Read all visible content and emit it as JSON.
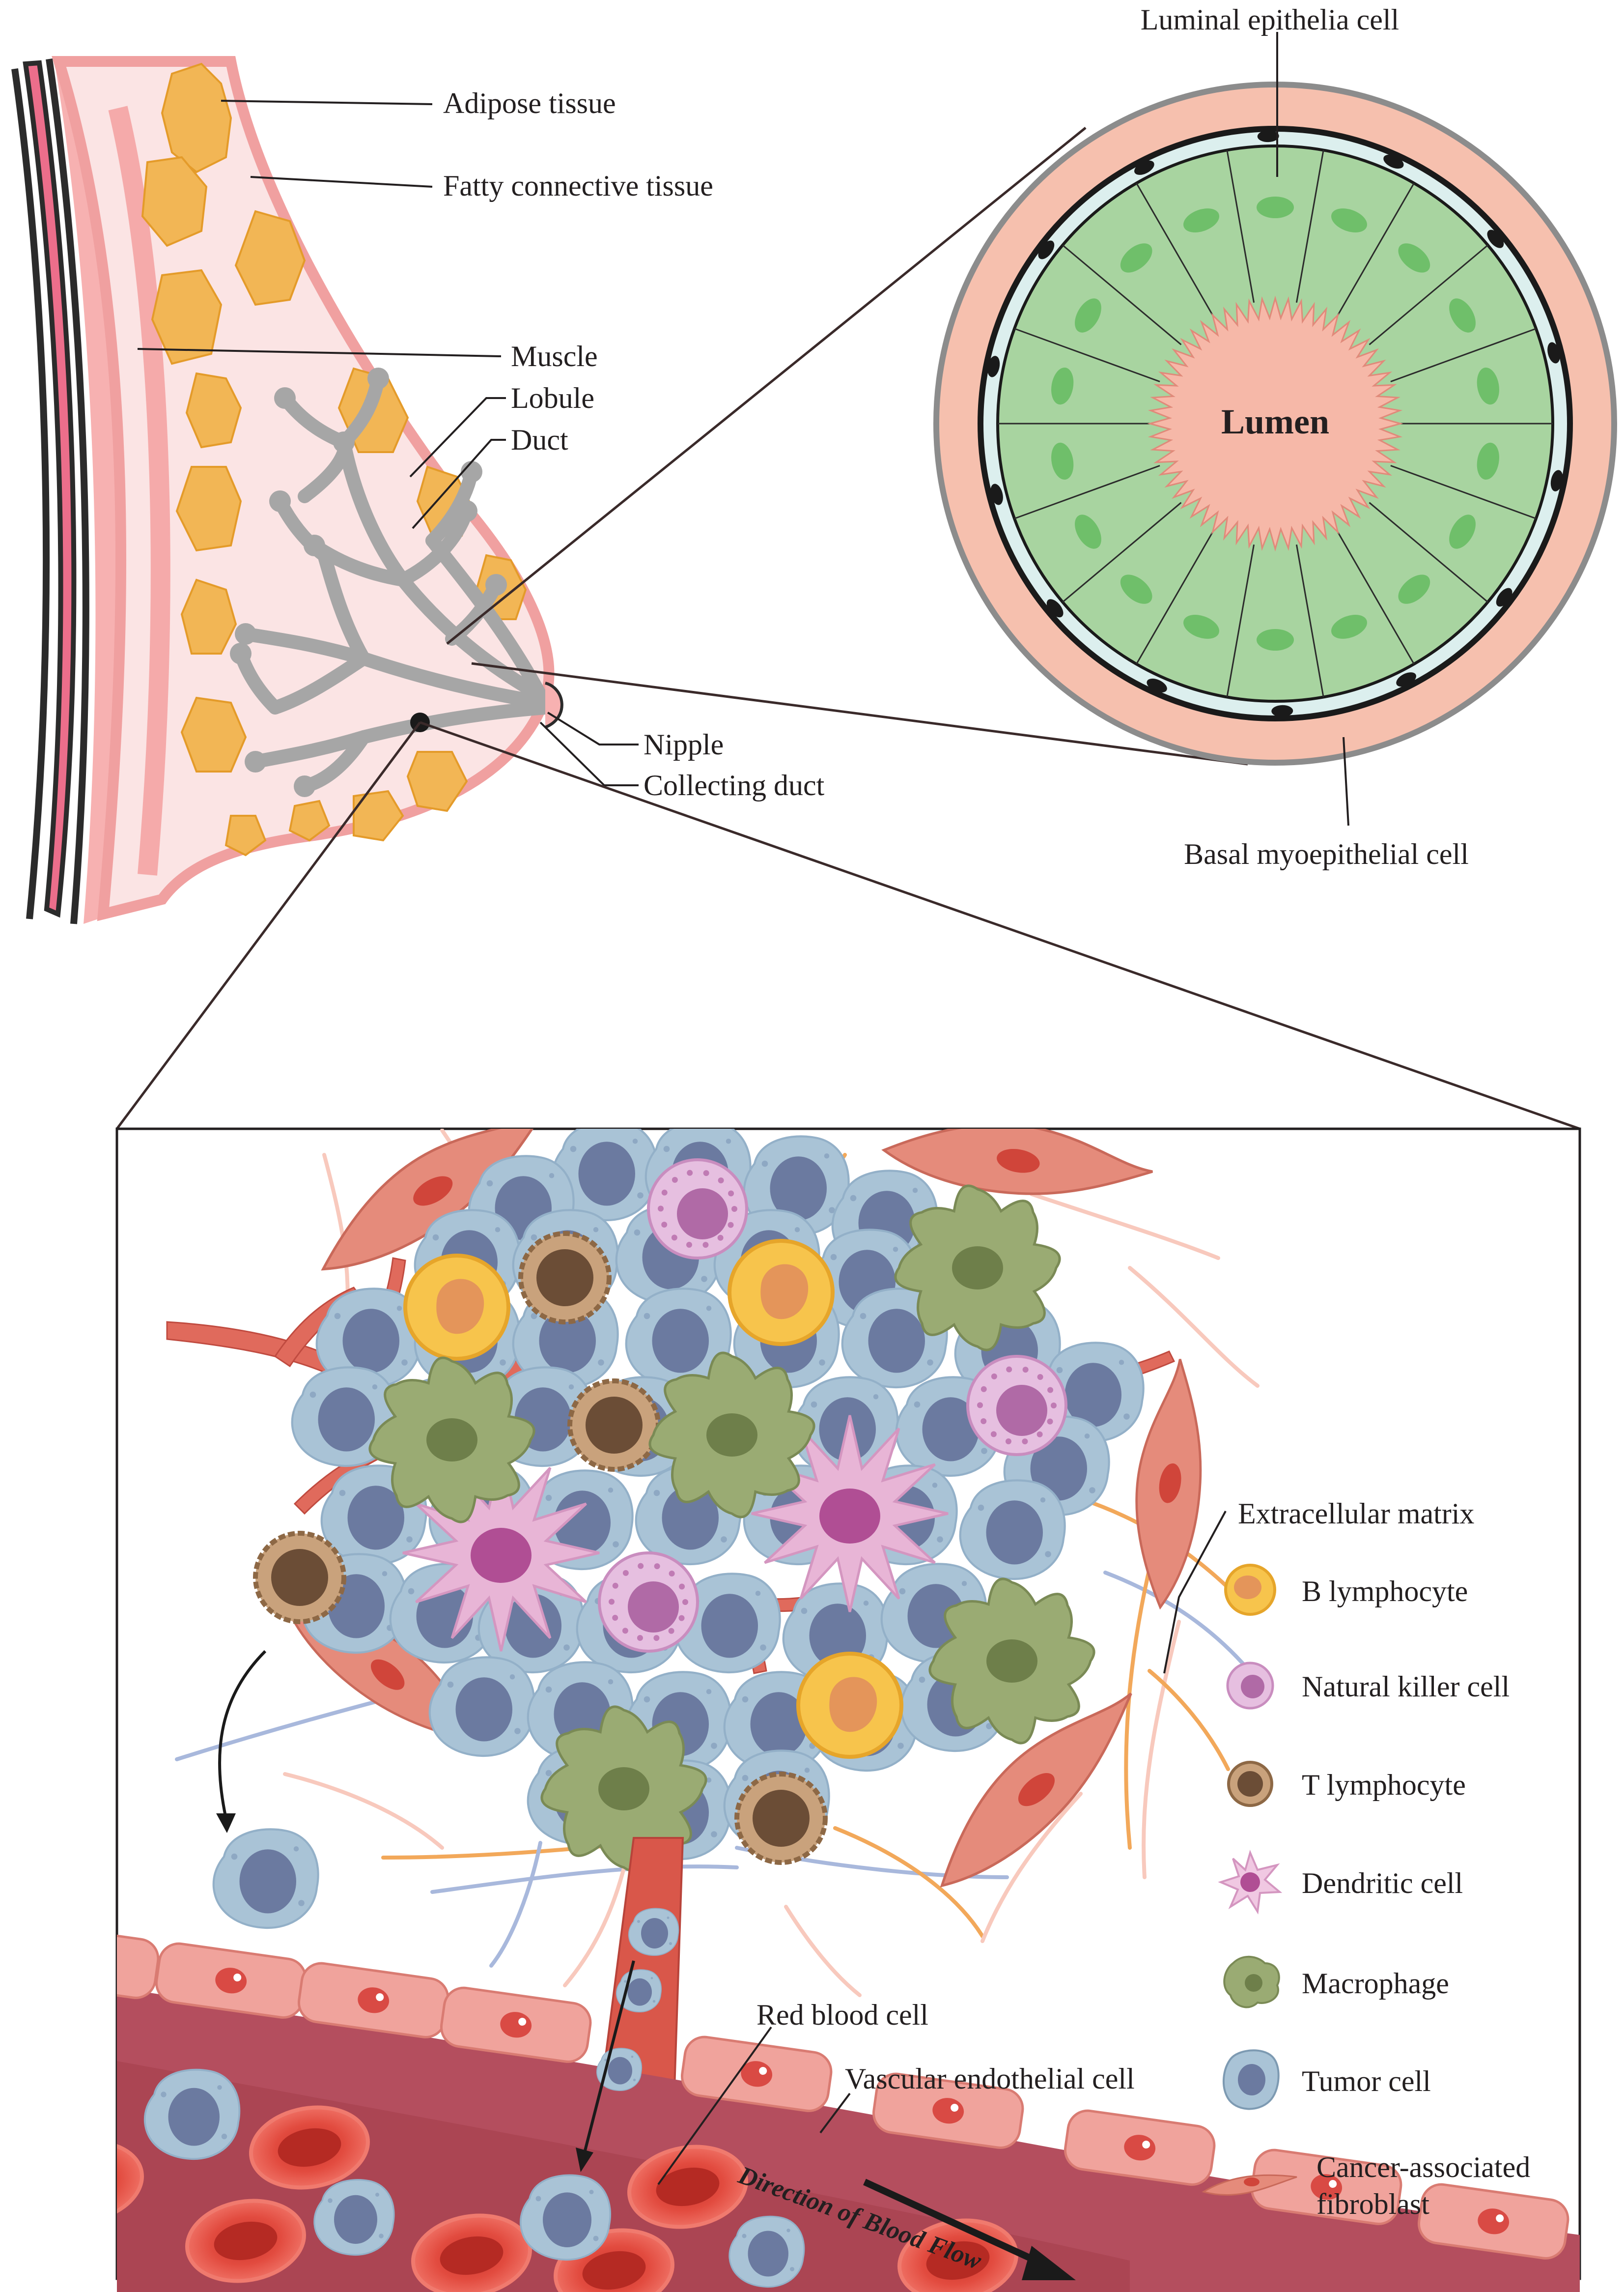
{
  "breast_labels": {
    "adipose": "Adipose tissue",
    "fatty": "Fatty connective tissue",
    "muscle": "Muscle",
    "lobule": "Lobule",
    "duct": "Duct",
    "nipple": "Nipple",
    "collecting_duct": "Collecting duct"
  },
  "acinus_labels": {
    "luminal": "Luminal epithelia cell",
    "lumen": "Lumen",
    "basal": "Basal myoepithelial cell"
  },
  "tme_labels": {
    "ecm": "Extracellular matrix",
    "red_blood_cell": "Red blood cell",
    "vascular_endothelial": "Vascular endothelial cell",
    "flow": "Direction of Blood Flow"
  },
  "legend": [
    {
      "label": "B lymphocyte",
      "icon": "b-lymphocyte-icon"
    },
    {
      "label": "Natural killer cell",
      "icon": "nk-cell-icon"
    },
    {
      "label": "T lymphocyte",
      "icon": "t-lymphocyte-icon"
    },
    {
      "label": "Dendritic cell",
      "icon": "dendritic-cell-icon"
    },
    {
      "label": "Macrophage",
      "icon": "macrophage-icon"
    },
    {
      "label": "Tumor cell",
      "icon": "tumor-cell-icon"
    },
    {
      "label": "Cancer-associated",
      "label2": "fibroblast",
      "icon": "fibroblast-icon"
    }
  ],
  "colors": {
    "skin": "#f4a3a3",
    "fat": "#f2b655",
    "duct": "#a6a6a6",
    "epithelium": "#a8d4a0",
    "lumen": "#f6b8a8",
    "tumor": "#a9c3d6",
    "tumor_nucleus": "#6b7aa0",
    "vessel": "#a84a57",
    "endothelium": "#f0a39c",
    "rbc": "#e24b3f",
    "macrophage": "#9aab73",
    "b_cell": "#f7c44c",
    "t_cell": "#a27d58",
    "nk_cell": "#d9a6cf",
    "dendritic": "#e8b5d6",
    "fibroblast": "#e58b7b"
  }
}
